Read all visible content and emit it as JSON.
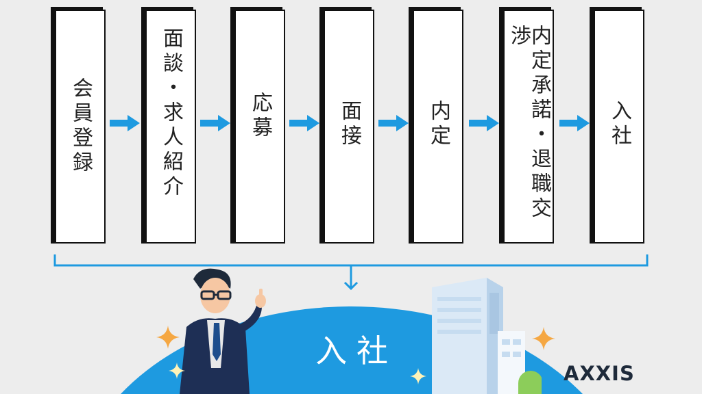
{
  "steps": [
    {
      "label": "会員登録"
    },
    {
      "label": "面談・求人紹介"
    },
    {
      "label": "応募"
    },
    {
      "label": "面接"
    },
    {
      "label": "内定"
    },
    {
      "label": "内定承諾・退職交渉"
    },
    {
      "label": "入社"
    }
  ],
  "result": {
    "title": "入社"
  },
  "logo": {
    "text": "AXXIS"
  },
  "colors": {
    "arrow": "#1e9ae0",
    "dome": "#1e9ae0",
    "card_border": "#111111",
    "spark": "#f5a742"
  }
}
